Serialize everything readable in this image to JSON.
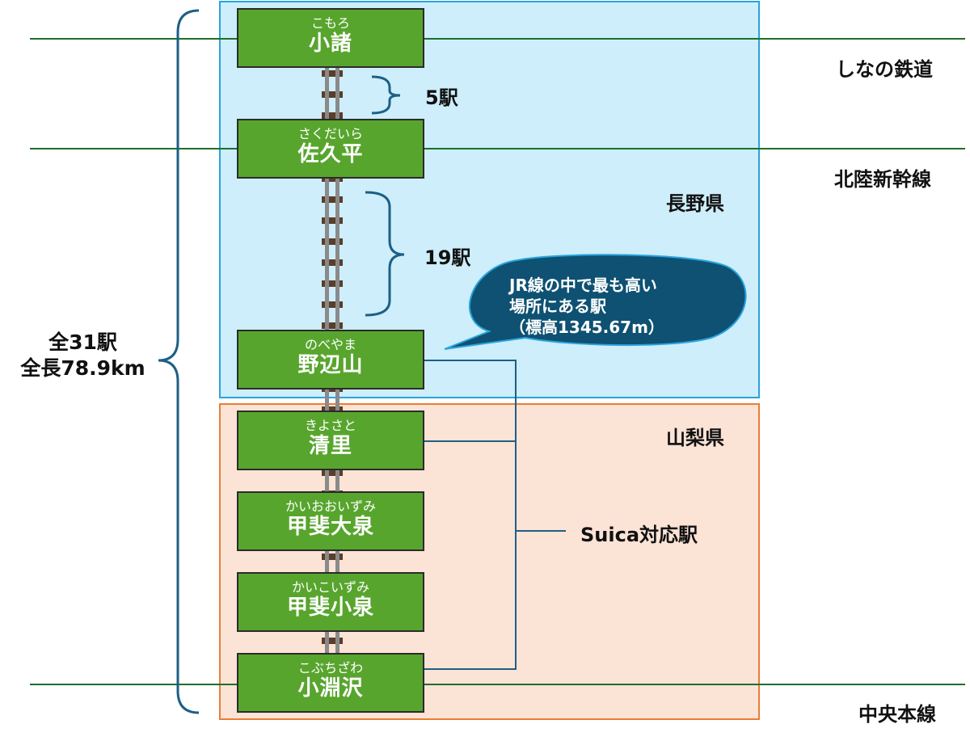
{
  "lines": {
    "shinano": "しなの鉄道",
    "hokuriku": "北陸新幹線",
    "chuo": "中央本線"
  },
  "prefectures": {
    "nagano": "長野県",
    "yamanashi": "山梨県"
  },
  "stations": [
    {
      "kana": "こもろ",
      "name": "小諸"
    },
    {
      "kana": "さくだいら",
      "name": "佐久平"
    },
    {
      "kana": "のべやま",
      "name": "野辺山"
    },
    {
      "kana": "きよさと",
      "name": "清里"
    },
    {
      "kana": "かいおおいずみ",
      "name": "甲斐大泉"
    },
    {
      "kana": "かいこいずみ",
      "name": "甲斐小泉"
    },
    {
      "kana": "こぶちざわ",
      "name": "小淵沢"
    }
  ],
  "counts": {
    "komoro_sakudaira": "5駅",
    "sakudaira_nobeyama": "19駅"
  },
  "summary": {
    "stations": "全31駅",
    "length": "全長78.9km"
  },
  "callout": {
    "line1": "JR線の中で最も高い",
    "line2": "場所にある駅",
    "line3": "（標高1345.67m）"
  },
  "suica": "Suica対応駅",
  "colors": {
    "station_fill": "#58a52e",
    "line_green": "#1f6e2c",
    "nagano_bg": "#cdeefa",
    "nagano_border": "#2aa3dc",
    "yamanashi_bg": "#fbe3d6",
    "yamanashi_border": "#ec7c35",
    "callout_fill": "#0e5172",
    "connector": "#1d5f86"
  }
}
